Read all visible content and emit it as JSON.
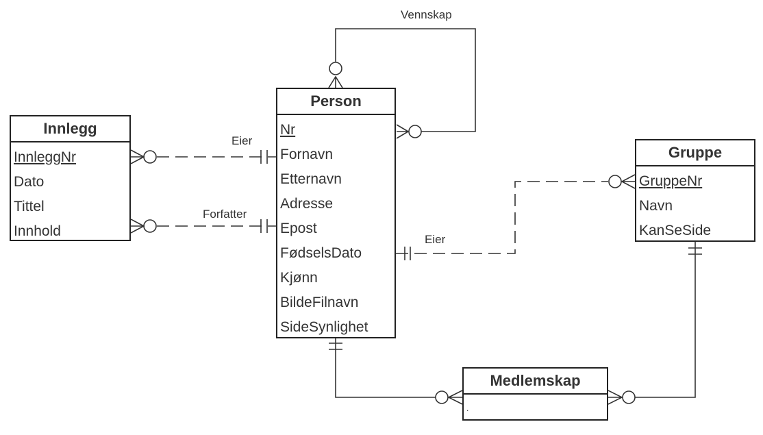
{
  "entities": {
    "person": {
      "title": "Person",
      "attributes": [
        "Nr",
        "Fornavn",
        "Etternavn",
        "Adresse",
        "Epost",
        "FødselsDato",
        "Kjønn",
        "BildeFilnavn",
        "SideSynlighet"
      ]
    },
    "innlegg": {
      "title": "Innlegg",
      "attributes": [
        "InnleggNr",
        "Dato",
        "Tittel",
        "Innhold"
      ]
    },
    "gruppe": {
      "title": "Gruppe",
      "attributes": [
        "GruppeNr",
        "Navn",
        "KanSeSide"
      ]
    },
    "medlemskap": {
      "title": "Medlemskap",
      "attributes": [
        "."
      ]
    }
  },
  "relationships": {
    "vennskap": "Vennskap",
    "innlegg_eier": "Eier",
    "forfatter": "Forfatter",
    "gruppe_eier": "Eier"
  }
}
